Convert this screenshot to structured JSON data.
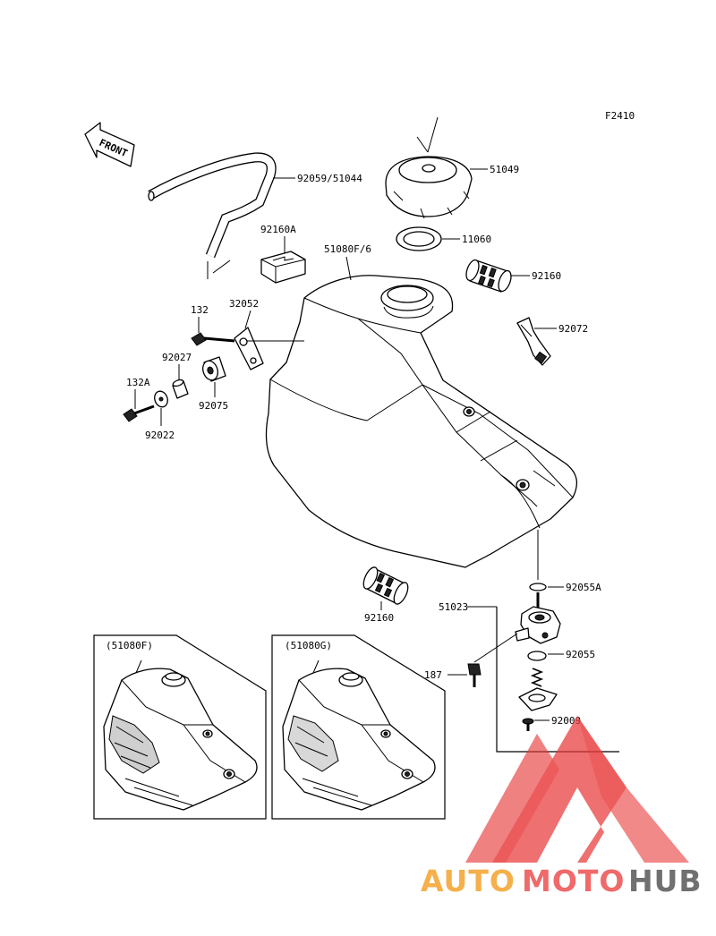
{
  "figure_code": "F2410",
  "front_label": "FRONT",
  "labels": {
    "l_92059": "92059/51044",
    "l_51049": "51049",
    "l_11060": "11060",
    "l_92160a": "92160A",
    "l_51080": "51080F/6",
    "l_92160_top": "92160",
    "l_92072": "92072",
    "l_132": "132",
    "l_32052": "32052",
    "l_92027": "92027",
    "l_132a": "132A",
    "l_92075": "92075",
    "l_92022": "92022",
    "l_92160_bottom": "92160",
    "l_92055a": "92055A",
    "l_51023": "51023",
    "l_92055": "92055",
    "l_187": "187",
    "l_92009": "92009"
  },
  "inset_left_label": "(51080F)",
  "inset_right_label": "(51080G)",
  "watermark": {
    "part1": "AUTO",
    "part2": "MOTO",
    "part3": "HUB",
    "color1": "#f5b04c",
    "color2": "#ef6a6a",
    "color3": "#707070",
    "logo_color": "#e83a3a"
  }
}
